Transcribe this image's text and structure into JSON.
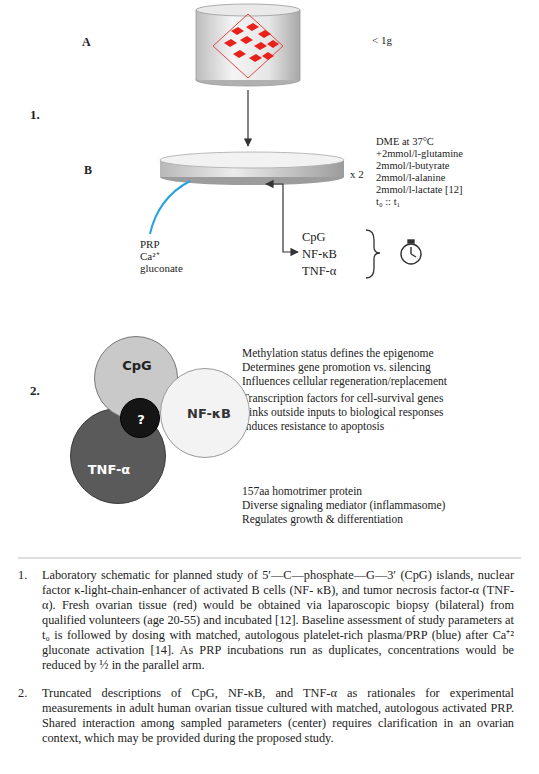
{
  "diagram": {
    "nodes": [
      {
        "text": [
          "CpG"
        ]
      },
      {
        "text": [
          "NF-κB"
        ]
      },
      {
        "text": [
          "TNF-α"
        ]
      },
      {
        "text": [
          "?"
        ]
      }
    ],
    "labels": [
      "A",
      "< 1g",
      "1.",
      "B",
      "x 2",
      "DME at 37°C",
      "+2mmol/l-glutamine",
      "2mmol/l-butyrate",
      "2mmol/l-alanine",
      "2mmol/l-lactate [12]",
      "t₀ :: t₁",
      "PRP",
      "Ca²⁺",
      "gluconate",
      "CpG",
      "NF-κB",
      "TNF-α",
      "2.",
      "Methylation status defines the epigenome",
      "Determines gene promotion vs. silencing",
      "Influences cellular regeneration/replacement",
      "Transcription factors for cell-survival genes",
      "Links outside inputs to biological responses",
      "Induces resistance to apoptosis",
      "157aa homotrimer protein",
      "Diverse signaling mediator (inflammasome)",
      "Regulates growth & differentiation",
      "1.",
      "Laboratory schematic for planned study of 5′—C—phosphate—G—3′ (CpG) islands, nuclear factor κ-light-chain-enhancer of activated B cells (NF- κB), and tumor necrosis factor-α (TNF- α). Fresh ovarian tissue (red) would be obtained via laparoscopic biopsy (bilateral) from qualified volunteers (age 20-55) and incubated [12]. Baseline assessment of study parameters at t₀ is followed by dosing with matched, autologous platelet-rich plasma/PRP (blue) after Ca⁺² gluconate activation [14]. As PRP incubations run as duplicates, concentrations would be reduced by ½ in the parallel arm.",
      "2.",
      "Truncated descriptions of CpG, NF-κB, and TNF-α as rationales for experimental measurements in adult human ovarian tissue cultured with matched, autologous activated PRP. Shared interaction among sampled parameters (center) requires clarification in an ovarian context, which may be provided during the proposed study."
    ]
  }
}
